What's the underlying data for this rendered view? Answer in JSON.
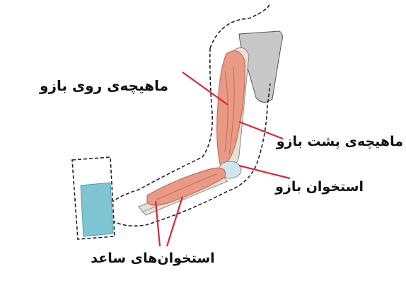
{
  "diagram": {
    "labels": {
      "biceps": "ماهیچه‌ی روی بازو",
      "triceps": "ماهیچه‌ی پشت بازو",
      "humerus": "استخوان بازو",
      "forearm_bones": "استخوان‌های ساعد"
    },
    "colors": {
      "muscle": "#e89a86",
      "muscle_dark": "#c96a55",
      "bone": "#e6e1d6",
      "cartilage": "#cfe6ee",
      "shoulder_blade": "#c8c8c8",
      "cup": "#7fc4d3",
      "arrow": "#d8283a",
      "outline": "#222222"
    }
  }
}
